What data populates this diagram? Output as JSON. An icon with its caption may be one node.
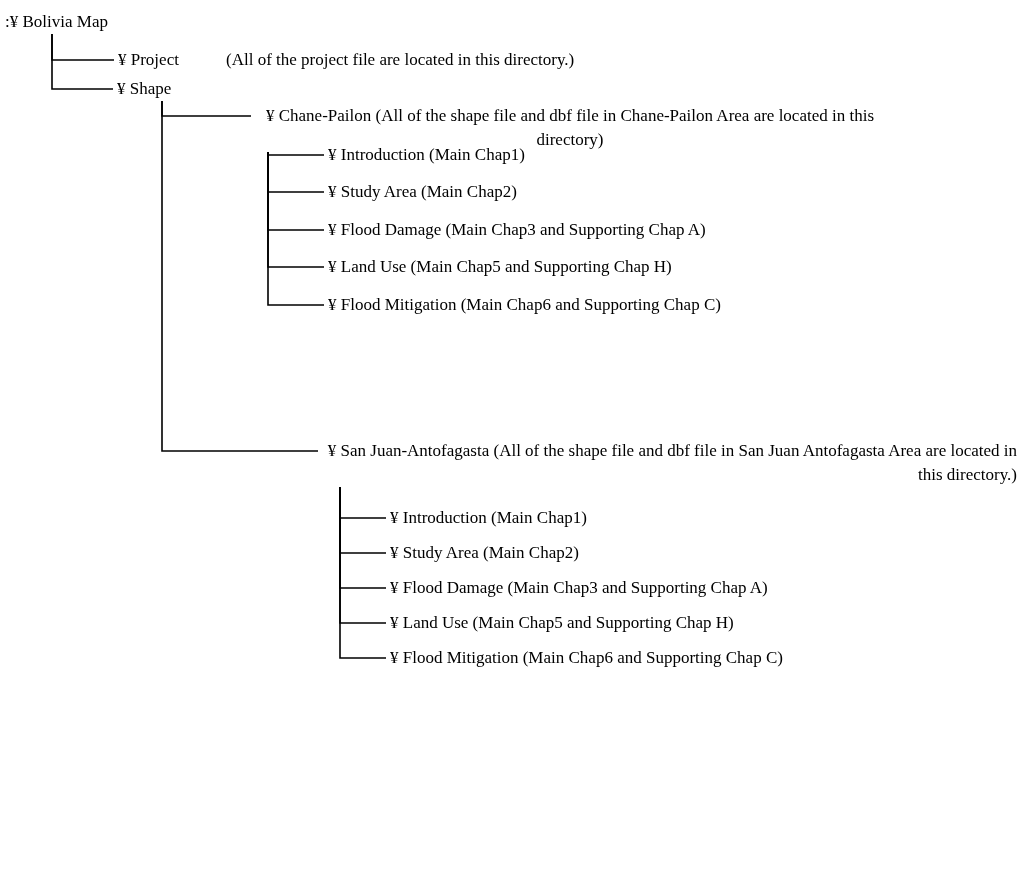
{
  "diagram": {
    "nodes": [
      {
        "text": [
          ":¥ Bolivia Map"
        ]
      },
      {
        "text": [
          "¥ Project"
        ],
        "beside": [
          "(All of the project file are located in this directory.)"
        ]
      },
      {
        "text": [
          "¥ Shape"
        ]
      },
      {
        "text": [
          "¥ Chane-Pailon (All of the shape file and dbf file in Chane-Pailon Area are located in this directory)"
        ]
      },
      {
        "text": [
          "¥ Introduction (Main Chap1)"
        ]
      },
      {
        "text": [
          "¥ Study Area (Main Chap2)"
        ]
      },
      {
        "text": [
          "¥ Flood Damage (Main Chap3 and Supporting Chap A)"
        ]
      },
      {
        "text": [
          "¥ Land Use (Main Chap5 and Supporting Chap H)"
        ]
      },
      {
        "text": [
          "¥ Flood Mitigation (Main Chap6 and Supporting Chap C)"
        ]
      },
      {
        "text": [
          "¥ San Juan-Antofagasta (All of the shape file and dbf file in San Juan Antofagasta Area are located in this directory.)"
        ]
      },
      {
        "text": [
          "¥ Introduction (Main Chap1)"
        ]
      },
      {
        "text": [
          "¥ Study Area (Main Chap2)"
        ]
      },
      {
        "text": [
          "¥ Flood Damage (Main Chap3 and Supporting Chap A)"
        ]
      },
      {
        "text": [
          "¥ Land Use (Main Chap5 and Supporting Chap H)"
        ]
      },
      {
        "text": [
          "¥ Flood Mitigation (Main Chap6 and Supporting Chap C)"
        ]
      }
    ],
    "edges": [
      {
        "from": 0,
        "to": 1,
        "arrow": "none"
      },
      {
        "from": 0,
        "to": 2,
        "arrow": "none"
      },
      {
        "from": 2,
        "to": 3,
        "arrow": "none"
      },
      {
        "from": 2,
        "to": 9,
        "arrow": "none"
      },
      {
        "from": 3,
        "to": 4,
        "arrow": "none"
      },
      {
        "from": 3,
        "to": 5,
        "arrow": "none"
      },
      {
        "from": 3,
        "to": 6,
        "arrow": "none"
      },
      {
        "from": 3,
        "to": 7,
        "arrow": "none"
      },
      {
        "from": 3,
        "to": 8,
        "arrow": "none"
      },
      {
        "from": 9,
        "to": 10,
        "arrow": "none"
      },
      {
        "from": 9,
        "to": 11,
        "arrow": "none"
      },
      {
        "from": 9,
        "to": 12,
        "arrow": "none"
      },
      {
        "from": 9,
        "to": 13,
        "arrow": "none"
      },
      {
        "from": 9,
        "to": 14,
        "arrow": "none"
      }
    ]
  }
}
